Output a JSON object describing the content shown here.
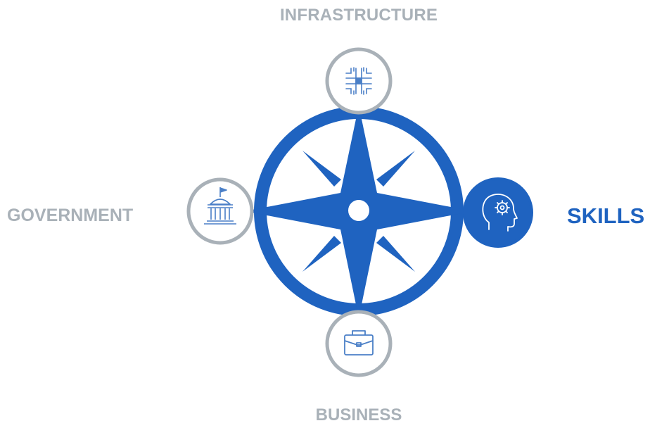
{
  "labels": {
    "top": "INFRASTRUCTURE",
    "left": "GOVERNMENT",
    "right": "SKILLS",
    "bottom": "BUSINESS"
  },
  "icons": {
    "top": "circuit-icon",
    "left": "government-building-icon",
    "right": "head-gear-icon",
    "bottom": "briefcase-icon"
  },
  "colors": {
    "compass_blue": "#1f63c0",
    "label_grey": "#a9b1b8",
    "circle_outline": "#a9b1b8",
    "active_label": "#1f63c0"
  },
  "active_node": "right"
}
